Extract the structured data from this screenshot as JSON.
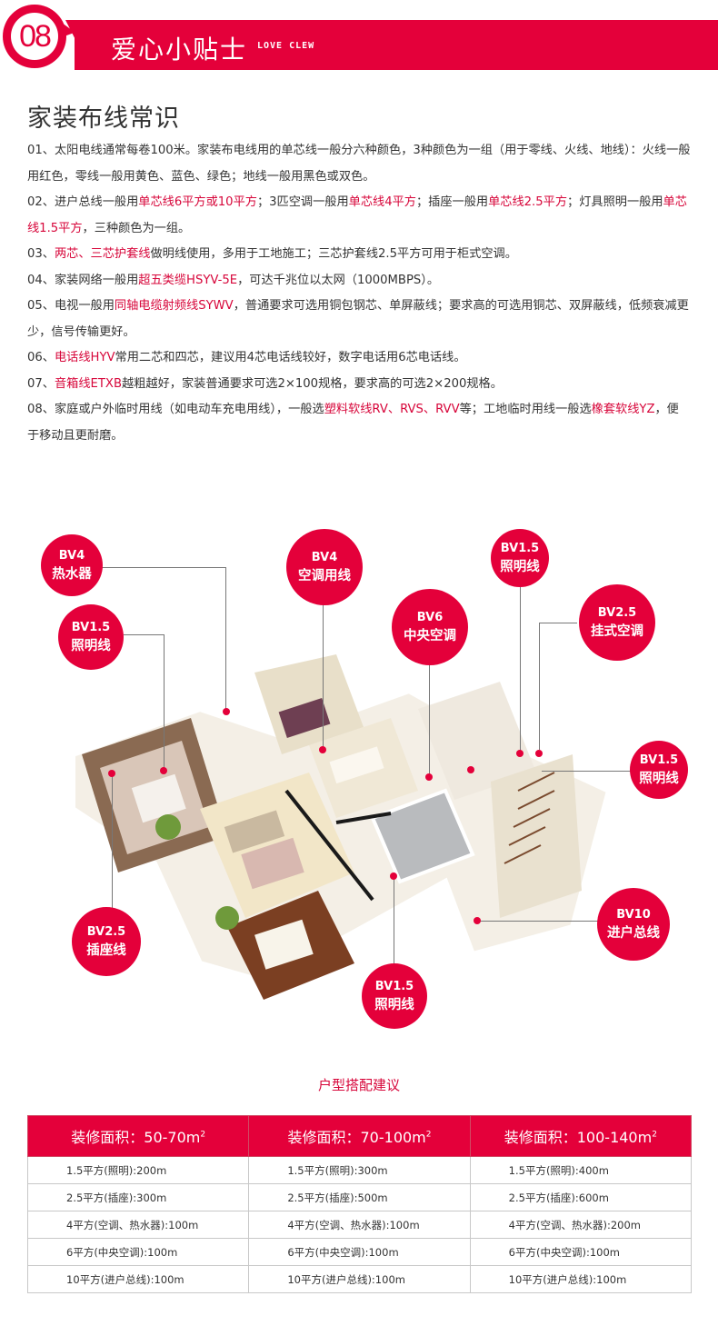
{
  "header": {
    "number": "08",
    "title": "爱心小贴士",
    "subtitle": "LOVE CLEW",
    "accent_color": "#e4003a"
  },
  "tips": {
    "title": "家装布线常识",
    "items": [
      {
        "segments": [
          {
            "text": "01、太阳电线通常每卷100米。家装布电线用的单芯线一般分六种颜色，3种颜色为一组（用于零线、火线、地线）：火线一般用红色，零线一般用黄色、蓝色、绿色；地线一般用黑色或双色。",
            "highlight": false
          }
        ]
      },
      {
        "segments": [
          {
            "text": "02、进户总线一般用",
            "highlight": false
          },
          {
            "text": "单芯线6平方或10平方",
            "highlight": true
          },
          {
            "text": "；3匹空调一般用",
            "highlight": false
          },
          {
            "text": "单芯线4平方",
            "highlight": true
          },
          {
            "text": "；插座一般用",
            "highlight": false
          },
          {
            "text": "单芯线2.5平方",
            "highlight": true
          },
          {
            "text": "；灯具照明一般用",
            "highlight": false
          },
          {
            "text": "单芯线1.5平方",
            "highlight": true
          },
          {
            "text": "，三种颜色为一组。",
            "highlight": false
          }
        ]
      },
      {
        "segments": [
          {
            "text": "03、",
            "highlight": false
          },
          {
            "text": "两芯、三芯护套线",
            "highlight": true
          },
          {
            "text": "做明线使用，多用于工地施工；三芯护套线2.5平方可用于柜式空调。",
            "highlight": false
          }
        ]
      },
      {
        "segments": [
          {
            "text": "04、家装网络一般用",
            "highlight": false
          },
          {
            "text": "超五类缆HSYV-5E",
            "highlight": true
          },
          {
            "text": "，可达千兆位以太网（1000MBPS）。",
            "highlight": false
          }
        ]
      },
      {
        "segments": [
          {
            "text": "05、电视一般用",
            "highlight": false
          },
          {
            "text": "同轴电缆射频线SYWV",
            "highlight": true
          },
          {
            "text": "，普通要求可选用铜包钢芯、单屏蔽线；要求高的可选用铜芯、双屏蔽线，低频衰减更少，信号传输更好。",
            "highlight": false
          }
        ]
      },
      {
        "segments": [
          {
            "text": "06、",
            "highlight": false
          },
          {
            "text": "电话线HYV",
            "highlight": true
          },
          {
            "text": "常用二芯和四芯，建议用4芯电话线较好，数字电话用6芯电话线。",
            "highlight": false
          }
        ]
      },
      {
        "segments": [
          {
            "text": "07、",
            "highlight": false
          },
          {
            "text": "音箱线ETXB",
            "highlight": true
          },
          {
            "text": "越粗越好，家装普通要求可选2×100规格，要求高的可选2×200规格。",
            "highlight": false
          }
        ]
      },
      {
        "segments": [
          {
            "text": "08、家庭或户外临时用线（如电动车充电用线），一般选",
            "highlight": false
          },
          {
            "text": "塑料软线RV、RVS、RVV",
            "highlight": true
          },
          {
            "text": "等；工地临时用线一般选",
            "highlight": false
          },
          {
            "text": "橡套软线YZ",
            "highlight": true
          },
          {
            "text": "，便于移动且更耐磨。",
            "highlight": false
          }
        ]
      }
    ]
  },
  "floorplan": {
    "callouts": [
      {
        "code": "BV4",
        "desc": "热水器"
      },
      {
        "code": "BV1.5",
        "desc": "照明线"
      },
      {
        "code": "BV4",
        "desc": "空调用线"
      },
      {
        "code": "BV6",
        "desc": "中央空调"
      },
      {
        "code": "BV1.5",
        "desc": "照明线"
      },
      {
        "code": "BV2.5",
        "desc": "挂式空调"
      },
      {
        "code": "BV1.5",
        "desc": "照明线"
      },
      {
        "code": "BV10",
        "desc": "进户总线"
      },
      {
        "code": "BV1.5",
        "desc": "照明线"
      },
      {
        "code": "BV2.5",
        "desc": "插座线"
      }
    ]
  },
  "table": {
    "title": "户型搭配建议",
    "header_prefix": "装修面积：",
    "columns": [
      {
        "range": "50-70m",
        "sup": "2"
      },
      {
        "range": "70-100m",
        "sup": "2"
      },
      {
        "range": "100-140m",
        "sup": "2"
      }
    ],
    "rows": [
      [
        "1.5平方(照明):200m",
        "1.5平方(照明):300m",
        "1.5平方(照明):400m"
      ],
      [
        "2.5平方(插座):300m",
        "2.5平方(插座):500m",
        "2.5平方(插座):600m"
      ],
      [
        "4平方(空调、热水器):100m",
        "4平方(空调、热水器):100m",
        "4平方(空调、热水器):200m"
      ],
      [
        "6平方(中央空调):100m",
        "6平方(中央空调):100m",
        "6平方(中央空调):100m"
      ],
      [
        "10平方(进户总线):100m",
        "10平方(进户总线):100m",
        "10平方(进户总线):100m"
      ]
    ]
  }
}
